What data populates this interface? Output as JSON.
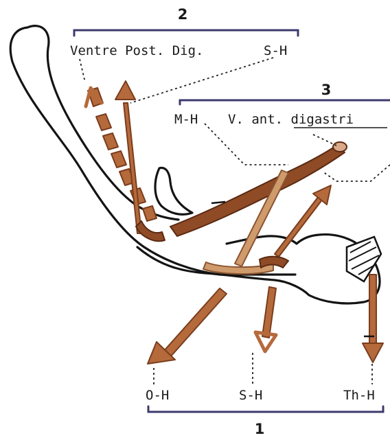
{
  "groups": {
    "group_2": {
      "number": "2",
      "labels": [
        "Ventre Post. Dig.",
        "S-H"
      ]
    },
    "group_3": {
      "number": "3",
      "labels": [
        "M-H",
        "V. ant. digastri"
      ]
    },
    "group_1": {
      "number": "1",
      "labels": [
        "O-H",
        "S-H",
        "Th-H"
      ]
    }
  },
  "colors": {
    "muscle": "#b56a3c",
    "muscle_dark": "#8f4a26",
    "muscle_light": "#cf9a6c",
    "bone_outline": "#141414",
    "bracket": "#3d3a6e"
  }
}
